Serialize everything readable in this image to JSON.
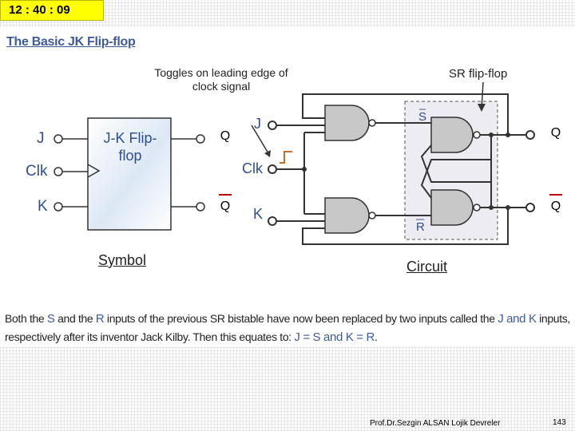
{
  "timer": {
    "text": "12 : 40 : 09"
  },
  "slide": {
    "title": "The Basic JK Flip-flop",
    "annotation_toggle": "Toggles on leading edge of clock signal",
    "annotation_sr": "SR flip-flop",
    "symbol": {
      "box_label": "J-K Flip-flop",
      "input_j": "J",
      "input_clk": "Clk",
      "input_k": "K",
      "caption": "Symbol"
    },
    "circuit": {
      "input_j": "J",
      "input_clk": "Clk",
      "input_k": "K",
      "s_bar": "S",
      "r_bar": "R",
      "caption": "Circuit"
    },
    "outputs": {
      "q": "Q",
      "q_bar": "Q"
    },
    "body": {
      "part1": "Both the ",
      "s": "S",
      "part2": " and the ",
      "r": "R",
      "part3": " inputs of the previous SR bistable have now been replaced by two inputs called the ",
      "jk": "J and K",
      "part4": " inputs, respectively after its inventor Jack Kilby. Then this equates to: ",
      "eq": "J = S and K = R",
      "part5": "."
    }
  },
  "footer": {
    "author": "Prof.Dr.Sezgin ALSAN   Lojik Devreler",
    "page": "143"
  }
}
